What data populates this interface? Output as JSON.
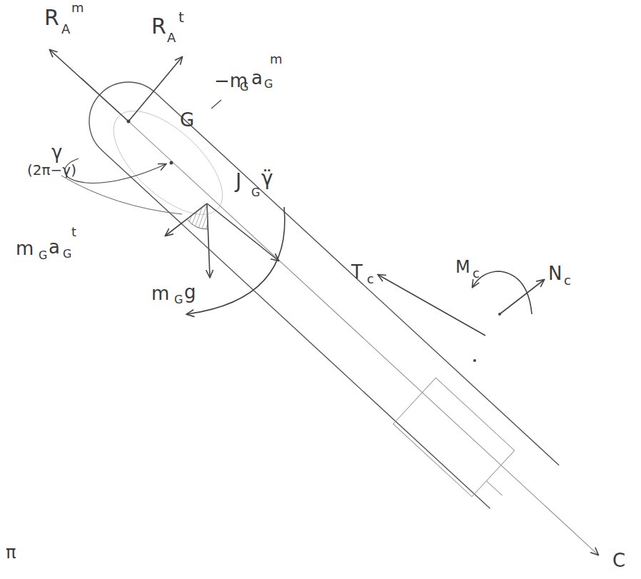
{
  "diagram": {
    "labels": [
      "R",
      "A",
      "m",
      "R",
      "A",
      "t",
      "−m",
      "G",
      "a",
      "G",
      "m",
      "J",
      "G",
      "γ̈",
      "γ",
      "(2π−γ)",
      "m",
      "G",
      "a",
      "G",
      "t",
      "m",
      "G",
      "g",
      "T",
      "c",
      "M",
      "c",
      "N",
      "c",
      "G",
      "C",
      "π"
    ]
  }
}
